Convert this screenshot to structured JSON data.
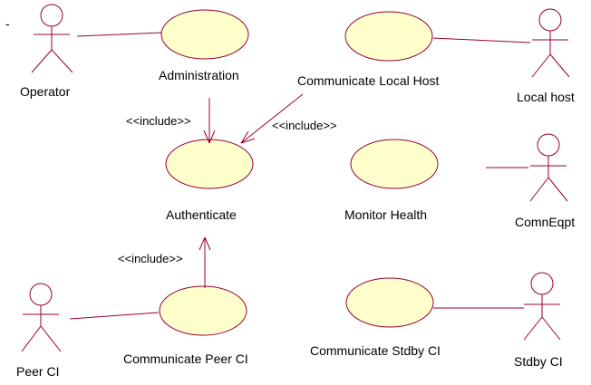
{
  "colors": {
    "stroke": "#990033",
    "use_case_fill": "#ffffcc",
    "background": "#ffffff",
    "text": "#000000"
  },
  "actors": {
    "operator": "Operator",
    "local_host": "Local host",
    "comn_eqpt": "ComnEqpt",
    "peer_ci": "Peer CI",
    "stdby_ci": "Stdby  CI"
  },
  "use_cases": {
    "administration": "Administration",
    "communicate_local_host": "Communicate Local Host",
    "authenticate": "Authenticate",
    "monitor_health": "Monitor Health",
    "communicate_peer_ci": "Communicate Peer CI",
    "communicate_stdby_ci": "Communicate Stdby  CI"
  },
  "stereotypes": {
    "include_admin": "<<include>>",
    "include_local_host": "<<include>>",
    "include_peer": "<<include>>"
  },
  "marks": {
    "dash": "-"
  }
}
